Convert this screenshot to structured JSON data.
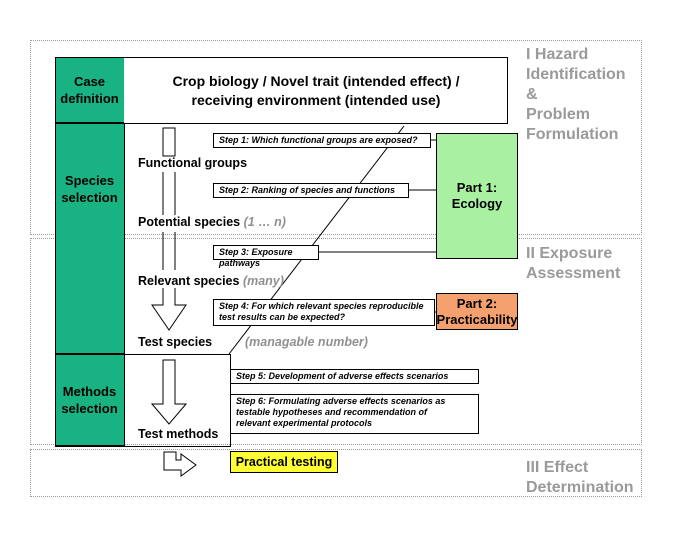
{
  "phases": [
    {
      "label": "I Hazard\nIdentification &\nProblem\nFormulation"
    },
    {
      "label": "II Exposure\nAssessment"
    },
    {
      "label": "III Effect\nDetermination"
    }
  ],
  "rows": {
    "case": "Case\ndefinition",
    "species": "Species\nselection",
    "methods": "Methods\nselection"
  },
  "title": "Crop biology / Novel trait (intended effect) /\nreceiving environment (intended use)",
  "stages": {
    "functional": "Functional groups",
    "potential": "Potential species",
    "potential_note": "(1 … n)",
    "relevant": "Relevant species",
    "relevant_note": "(many)",
    "test_species": "Test species",
    "test_species_note": "(managable number)",
    "test_methods": "Test methods"
  },
  "steps": [
    "Step 1: Which functional groups are exposed?",
    "Step 2: Ranking of species and functions",
    "Step 3: Exposure pathways",
    "Step 4: For which relevant species reproducible\ntest results can be expected?",
    "Step 5: Development of adverse effects scenarios",
    "Step 6: Formulating adverse effects scenarios as\ntestable hypotheses and recommendation of\nrelevant experimental protocols"
  ],
  "parts": {
    "part1": "Part 1:\nEcology",
    "part2": "Part 2:\nPracticability"
  },
  "practical_testing": "Practical testing",
  "colors": {
    "green": "#19b283",
    "part1": "#a9f0a0",
    "part2": "#f5a06f",
    "practical": "#ffff33",
    "phase_gray": "#9a9a9a"
  }
}
